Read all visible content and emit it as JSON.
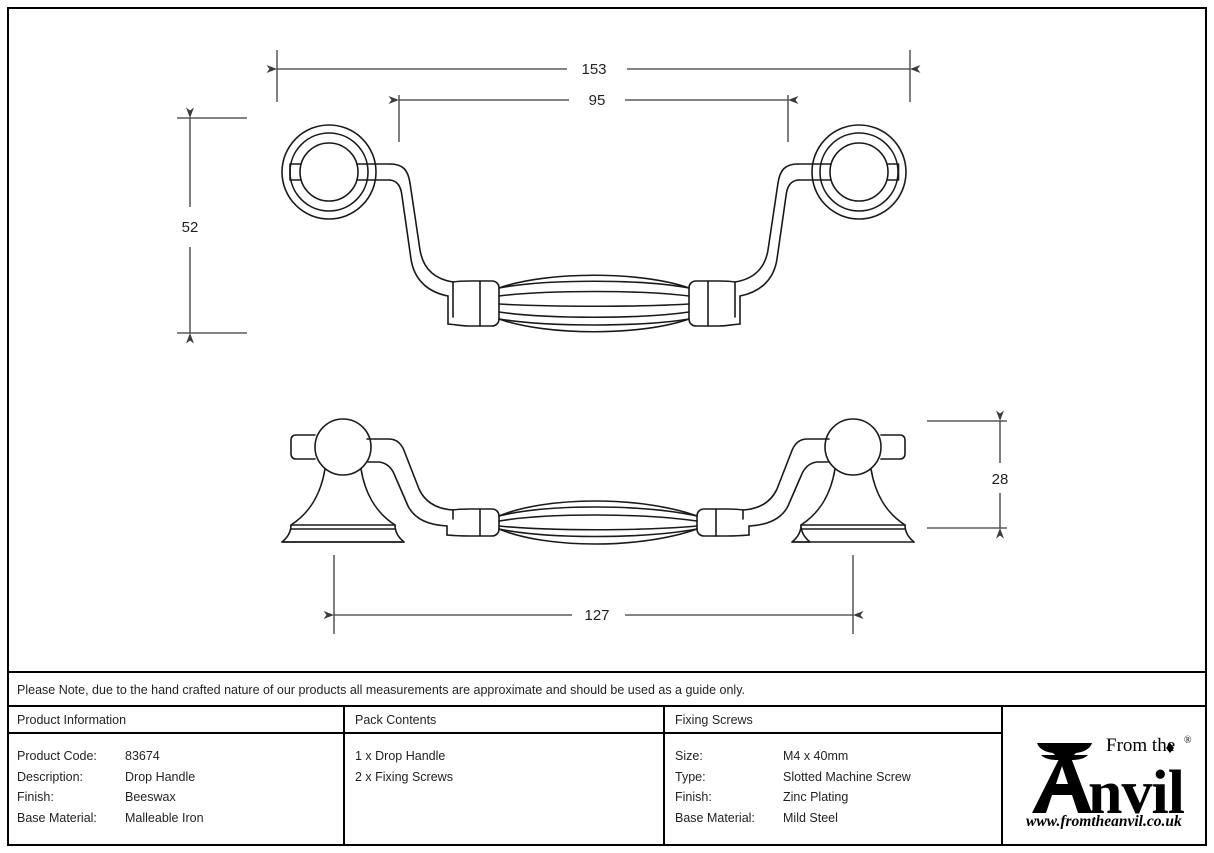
{
  "drawing": {
    "title": "Drop Handle technical drawing",
    "dimensions": {
      "overall_width": "153",
      "fixing_centres": "95",
      "rose_height": "52",
      "projection": "28",
      "side_width": "127"
    },
    "views": {
      "front": "front-elevation",
      "side": "side-elevation"
    }
  },
  "note": {
    "text": "Please Note, due to the hand crafted nature of our products all measurements are approximate and should be used as a guide only."
  },
  "columns": {
    "product_information": {
      "header": "Product Information",
      "rows": [
        {
          "label": "Product Code:",
          "value": "83674"
        },
        {
          "label": "Description:",
          "value": "Drop Handle"
        },
        {
          "label": "Finish:",
          "value": "Beeswax"
        },
        {
          "label": "Base Material:",
          "value": "Malleable Iron"
        }
      ]
    },
    "pack_contents": {
      "header": "Pack Contents",
      "items": [
        "1 x Drop Handle",
        "2 x Fixing Screws"
      ]
    },
    "fixing_screws": {
      "header": "Fixing Screws",
      "rows": [
        {
          "label": "Size:",
          "value": "M4 x 40mm"
        },
        {
          "label": "Type:",
          "value": "Slotted Machine Screw"
        },
        {
          "label": "Finish:",
          "value": "Zinc Plating"
        },
        {
          "label": "Base Material:",
          "value": "Mild Steel"
        }
      ]
    }
  },
  "logo": {
    "line1": "From the",
    "wordmark": "Anvil",
    "registered": "®",
    "url": "www.fromtheanvil.co.uk"
  },
  "colors": {
    "ink": "#231f20",
    "line": "#3a3a3a",
    "paper": "#ffffff"
  }
}
